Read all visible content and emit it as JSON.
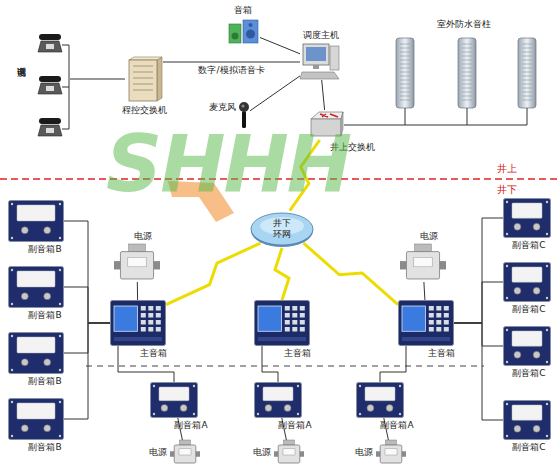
{
  "diagram": {
    "nodes": [
      {
        "text": [
          "调度电话"
        ]
      },
      {
        "text": [
          "程控交换机"
        ]
      },
      {
        "text": [
          "音箱"
        ]
      },
      {
        "text": [
          "调度主机"
        ]
      },
      {
        "text": [
          "麦克风"
        ]
      },
      {
        "text": [
          "井上交换机"
        ]
      },
      {
        "text": [
          "室外防水音柱"
        ]
      },
      {
        "text": [
          "井下 环网"
        ]
      },
      {
        "text": [
          "副音箱B"
        ]
      },
      {
        "text": [
          "副音箱B"
        ]
      },
      {
        "text": [
          "副音箱B"
        ]
      },
      {
        "text": [
          "副音箱B"
        ]
      },
      {
        "text": [
          "电源"
        ]
      },
      {
        "text": [
          "主音箱"
        ]
      },
      {
        "text": [
          "主音箱"
        ]
      },
      {
        "text": [
          "电源"
        ]
      },
      {
        "text": [
          "主音箱"
        ]
      },
      {
        "text": [
          "副音箱C"
        ]
      },
      {
        "text": [
          "副音箱C"
        ]
      },
      {
        "text": [
          "副音箱C"
        ]
      },
      {
        "text": [
          "副音箱C"
        ]
      },
      {
        "text": [
          "副音箱A"
        ]
      },
      {
        "text": [
          "副音箱A"
        ]
      },
      {
        "text": [
          "副音箱A"
        ]
      },
      {
        "text": [
          "电源"
        ]
      },
      {
        "text": [
          "电源"
        ]
      },
      {
        "text": [
          "电源"
        ]
      }
    ],
    "edges": [
      {
        "from": 0,
        "to": 1,
        "arrow": "none"
      },
      {
        "from": 1,
        "to": 3,
        "label": "数字/模拟语音卡",
        "arrow": "none"
      },
      {
        "from": 2,
        "to": 3,
        "arrow": "none"
      },
      {
        "from": 4,
        "to": 3,
        "arrow": "none"
      },
      {
        "from": 3,
        "to": 5,
        "arrow": "none"
      },
      {
        "from": 5,
        "to": 6,
        "arrow": "none"
      },
      {
        "from": 7,
        "to": 5,
        "arrow": "none"
      },
      {
        "from": 7,
        "to": 13,
        "arrow": "none"
      },
      {
        "from": 7,
        "to": 14,
        "arrow": "none"
      },
      {
        "from": 7,
        "to": 16,
        "arrow": "none"
      },
      {
        "from": 12,
        "to": 13,
        "arrow": "none"
      },
      {
        "from": 15,
        "to": 16,
        "arrow": "none"
      },
      {
        "from": 13,
        "to": 8,
        "arrow": "none"
      },
      {
        "from": 13,
        "to": 9,
        "arrow": "none"
      },
      {
        "from": 13,
        "to": 10,
        "arrow": "none"
      },
      {
        "from": 13,
        "to": 11,
        "arrow": "none"
      },
      {
        "from": 16,
        "to": 17,
        "arrow": "none"
      },
      {
        "from": 16,
        "to": 18,
        "arrow": "none"
      },
      {
        "from": 16,
        "to": 19,
        "arrow": "none"
      },
      {
        "from": 16,
        "to": 20,
        "arrow": "none"
      },
      {
        "from": 13,
        "to": 21,
        "arrow": "none"
      },
      {
        "from": 14,
        "to": 22,
        "arrow": "none"
      },
      {
        "from": 16,
        "to": 23,
        "arrow": "none"
      },
      {
        "from": 24,
        "to": 21,
        "arrow": "none"
      },
      {
        "from": 25,
        "to": 22,
        "arrow": "none"
      },
      {
        "from": 26,
        "to": 23,
        "arrow": "none"
      }
    ],
    "labels": [
      "井上",
      "井下",
      "SHHH"
    ]
  }
}
